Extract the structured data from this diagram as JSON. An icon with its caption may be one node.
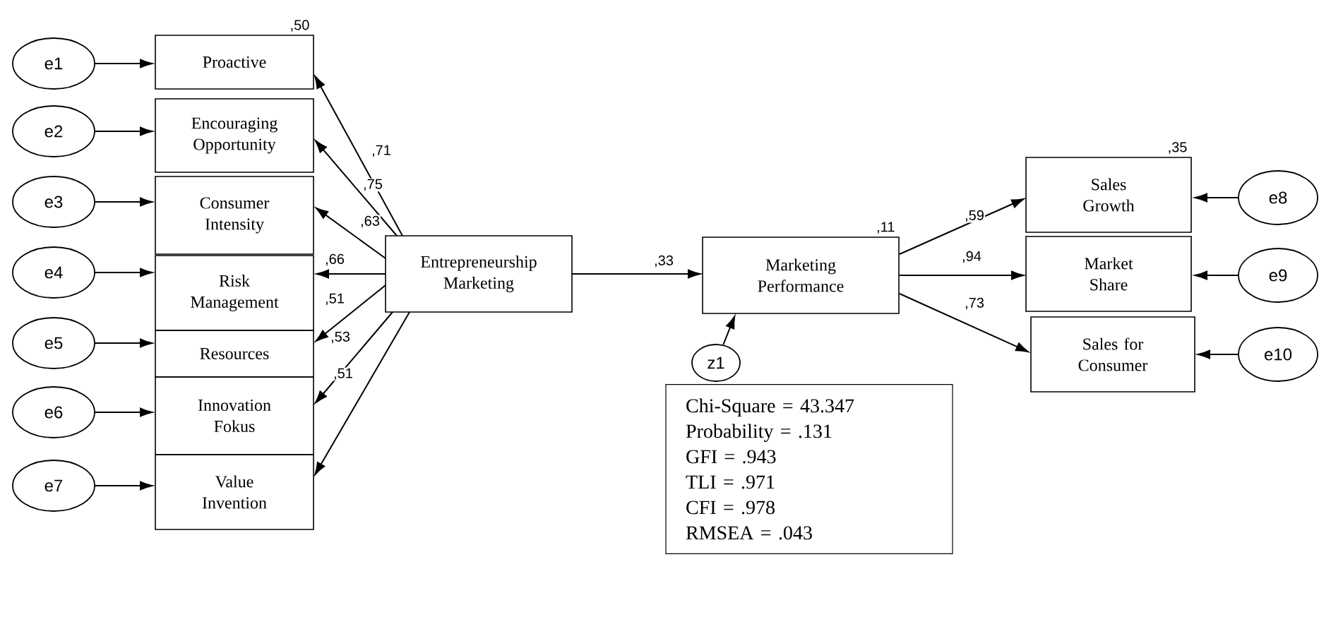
{
  "diagram": {
    "nodes": [
      {
        "text": [
          "e1"
        ]
      },
      {
        "text": [
          "e2"
        ]
      },
      {
        "text": [
          "e3"
        ]
      },
      {
        "text": [
          "e4"
        ]
      },
      {
        "text": [
          "e5"
        ]
      },
      {
        "text": [
          "e6"
        ]
      },
      {
        "text": [
          "e7"
        ]
      },
      {
        "text": [
          "Proactive"
        ],
        "beside": [
          ",50"
        ]
      },
      {
        "text": [
          "Encouraging Opportunity"
        ]
      },
      {
        "text": [
          "Consumer Intensity"
        ]
      },
      {
        "text": [
          "Risk Management"
        ]
      },
      {
        "text": [
          "Resources"
        ]
      },
      {
        "text": [
          "Innovation Fokus"
        ]
      },
      {
        "text": [
          "Value Invention"
        ]
      },
      {
        "text": [
          "Entrepreneurship Marketing"
        ]
      },
      {
        "text": [
          "Marketing Performance"
        ],
        "beside": [
          ",11"
        ]
      },
      {
        "text": [
          "z1"
        ]
      },
      {
        "text": [
          "Sales Growth"
        ],
        "beside": [
          ",35"
        ]
      },
      {
        "text": [
          "Market Share"
        ]
      },
      {
        "text": [
          "Sales for Consumer"
        ]
      },
      {
        "text": [
          "e8"
        ]
      },
      {
        "text": [
          "e9"
        ]
      },
      {
        "text": [
          "e10"
        ]
      },
      {
        "text": [
          "Chi-Square = 43.347",
          "Probability = .131",
          "GFI = .943",
          "TLI = .971",
          "CFI = .978",
          "RMSEA = .043"
        ]
      }
    ],
    "edges": [
      {
        "from": 0,
        "to": 7,
        "arrow": "to"
      },
      {
        "from": 1,
        "to": 8,
        "arrow": "to"
      },
      {
        "from": 2,
        "to": 9,
        "arrow": "to"
      },
      {
        "from": 3,
        "to": 10,
        "arrow": "to"
      },
      {
        "from": 4,
        "to": 11,
        "arrow": "to"
      },
      {
        "from": 5,
        "to": 12,
        "arrow": "to"
      },
      {
        "from": 6,
        "to": 13,
        "arrow": "to"
      },
      {
        "from": 14,
        "to": 7,
        "arrow": "to",
        "label": ",71"
      },
      {
        "from": 14,
        "to": 8,
        "arrow": "to",
        "label": ",75"
      },
      {
        "from": 14,
        "to": 9,
        "arrow": "to",
        "label": ",63"
      },
      {
        "from": 14,
        "to": 10,
        "arrow": "to",
        "label": ",66"
      },
      {
        "from": 14,
        "to": 11,
        "arrow": "to",
        "label": ",51"
      },
      {
        "from": 14,
        "to": 12,
        "arrow": "to",
        "label": ",53"
      },
      {
        "from": 14,
        "to": 13,
        "arrow": "to",
        "label": ",51"
      },
      {
        "from": 14,
        "to": 15,
        "arrow": "to",
        "label": ",33"
      },
      {
        "from": 16,
        "to": 15,
        "arrow": "to"
      },
      {
        "from": 15,
        "to": 17,
        "arrow": "to",
        "label": ",59"
      },
      {
        "from": 15,
        "to": 18,
        "arrow": "to",
        "label": ",94"
      },
      {
        "from": 15,
        "to": 19,
        "arrow": "to",
        "label": ",73"
      },
      {
        "from": 20,
        "to": 17,
        "arrow": "to"
      },
      {
        "from": 21,
        "to": 18,
        "arrow": "to"
      },
      {
        "from": 22,
        "to": 19,
        "arrow": "to"
      }
    ]
  }
}
